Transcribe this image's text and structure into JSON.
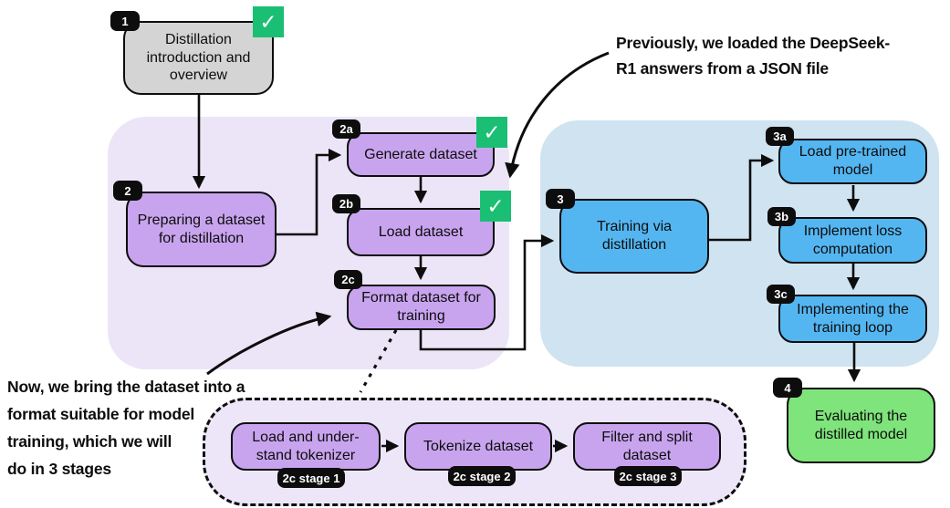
{
  "colors": {
    "gray_box": "#d4d4d4",
    "purple_box": "#c9a4ee",
    "purple_region": "#ece5f8",
    "dashed_region": "#ede6f9",
    "blue_box": "#54b6f1",
    "blue_region": "#cfe3f1",
    "green_box": "#7ee47b",
    "check_green": "#1abf74",
    "badge_bg": "#0d0d0d"
  },
  "icons": {
    "check": "✓"
  },
  "nodes": {
    "intro": {
      "badge": "1",
      "label": "Distillation\nintroduction and\noverview"
    },
    "prepare": {
      "badge": "2",
      "label": "Preparing a dataset\nfor distillation"
    },
    "generate": {
      "badge": "2a",
      "label": "Generate dataset"
    },
    "load_dataset": {
      "badge": "2b",
      "label": "Load dataset"
    },
    "format": {
      "badge": "2c",
      "label": "Format dataset for\ntraining"
    },
    "train": {
      "badge": "3",
      "label": "Training via\ndistillation"
    },
    "load_model": {
      "badge": "3a",
      "label": "Load pre-trained\nmodel"
    },
    "loss": {
      "badge": "3b",
      "label": "Implement loss\ncomputation"
    },
    "loop": {
      "badge": "3c",
      "label": "Implementing the\ntraining loop"
    },
    "evaluate": {
      "badge": "4",
      "label": "Evaluating the\ndistilled model"
    },
    "stage1": {
      "badge": "2c stage 1",
      "label": "Load and under-\nstand tokenizer"
    },
    "stage2": {
      "badge": "2c stage 2",
      "label": "Tokenize dataset"
    },
    "stage3": {
      "badge": "2c stage 3",
      "label": "Filter and split\ndataset"
    }
  },
  "annotations": {
    "previous": "Previously, we loaded the DeepSeek-\nR1 answers from a JSON file",
    "now": "Now, we bring the dataset into a\nformat suitable for model\ntraining, which we will\ndo in 3 stages"
  }
}
